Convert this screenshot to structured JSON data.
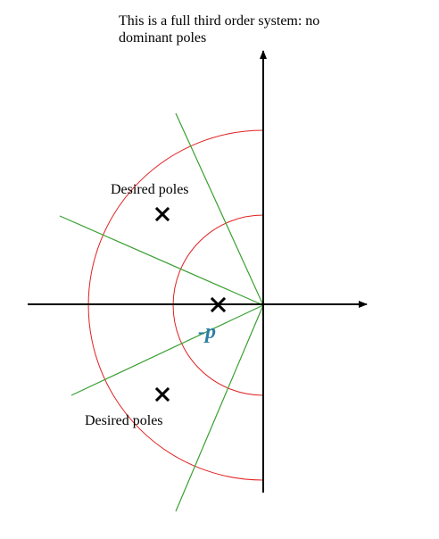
{
  "diagram": {
    "title": "This is a full third order system: no dominant poles",
    "labels": {
      "desired_poles_upper": "Desired poles",
      "desired_poles_lower": "Desired poles",
      "real_pole": "-p"
    },
    "colors": {
      "axes": "#000000",
      "circles": "#e02020",
      "rays": "#3aa032",
      "poles": "#000000",
      "real_pole_label": "#2d7fa3"
    },
    "marks": {
      "complex_poles": 2,
      "real_poles": 1,
      "circles": 2,
      "rays": 4
    }
  }
}
